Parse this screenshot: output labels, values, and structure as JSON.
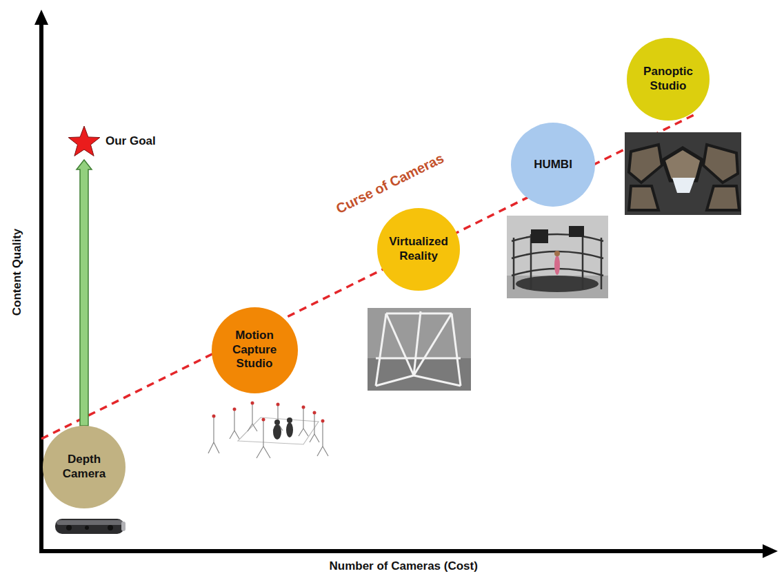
{
  "diagram": {
    "nodes": [
      {
        "text": [
          "Depth Camera"
        ]
      },
      {
        "text": [
          "Our Goal"
        ]
      },
      {
        "text": [
          "Motion Capture Studio"
        ]
      },
      {
        "text": [
          "Virtualized Reality"
        ]
      },
      {
        "text": [
          "HUMBI"
        ]
      },
      {
        "text": [
          "Panoptic Studio"
        ]
      }
    ],
    "edges": [
      {
        "from": 0,
        "to": 1,
        "arrow": "to"
      }
    ],
    "labels": [
      "Curse of Cameras",
      "Content Quality",
      "Number of Cameras (Cost)"
    ]
  }
}
